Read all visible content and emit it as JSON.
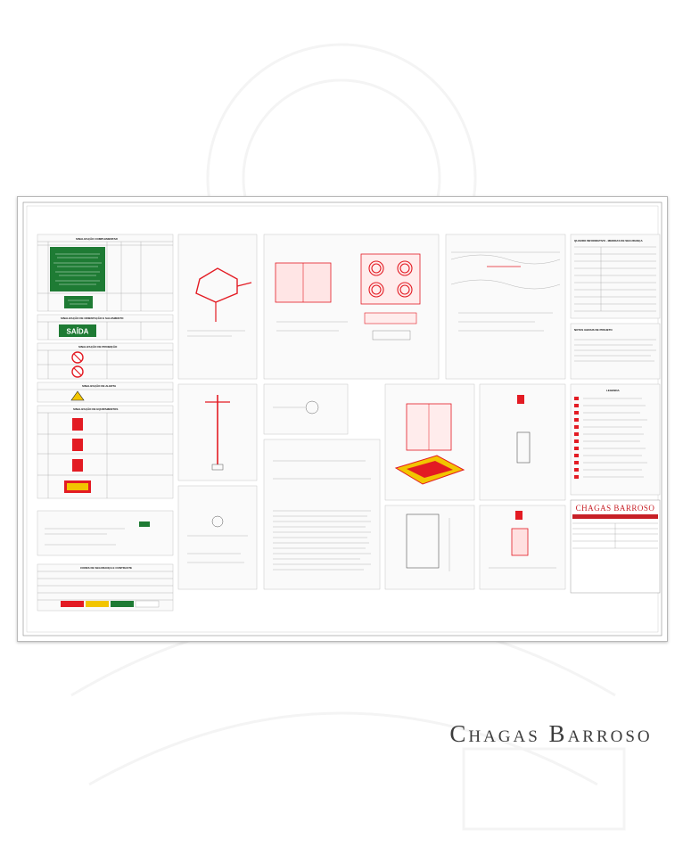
{
  "sheet": {
    "comp_title": "SINALIZAÇÃO COMPLEMENTAR",
    "orient_title": "SINALIZAÇÃO DE ORIENTAÇÃO E SALVAMENTO",
    "proib_title": "SINALIZAÇÃO DE PROIBIÇÃO",
    "alert_title": "SINALIZAÇÃO DE ALERTA",
    "equip_title": "SINALIZAÇÃO DE EQUIPAMENTOS",
    "cores_title": "CORES DE SEGURANÇA E CONTRASTE",
    "exit_sign": "SAÍDA",
    "quadro_title": "QUADRO INFORMATIVO - MEDIDAS DE SEGURANÇA",
    "notes_title": "NOTAS GERAIS DE PROJETO",
    "legenda_title": "LEGENDA"
  },
  "title_block": {
    "brand": "CHAGAS BARROSO"
  },
  "footer": {
    "brand": "Chagas Barroso"
  },
  "colors": {
    "accent_red": "#e31b23",
    "sign_green": "#1e7b34",
    "warning_yellow": "#f2c500"
  }
}
